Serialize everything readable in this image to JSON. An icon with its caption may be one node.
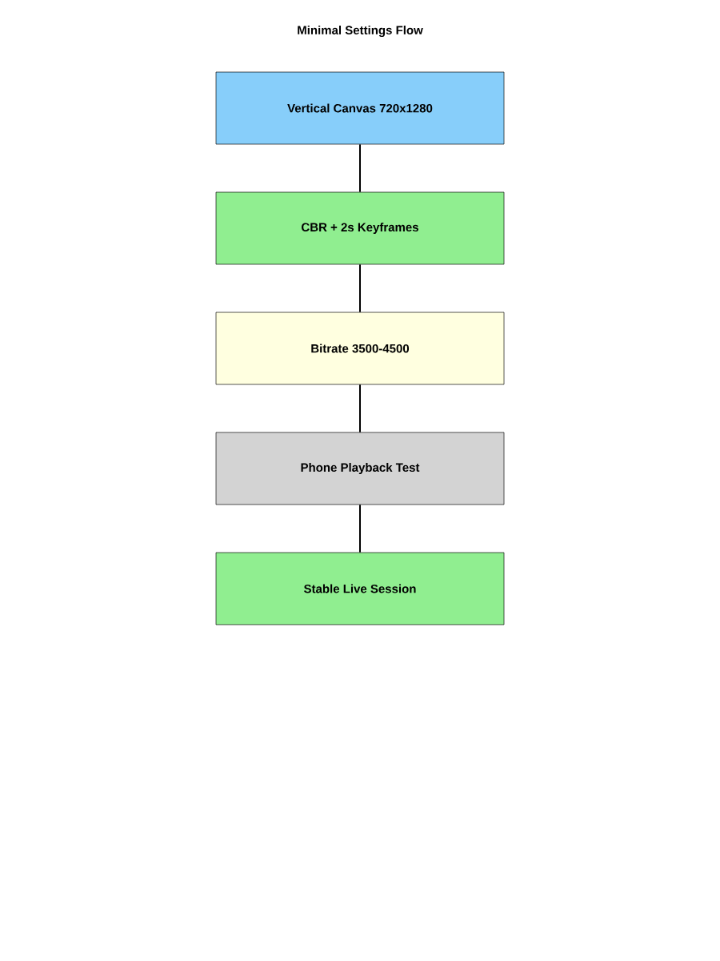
{
  "diagram": {
    "title": "Minimal Settings Flow",
    "nodes": [
      {
        "text": [
          "Vertical Canvas 720x1280"
        ]
      },
      {
        "text": [
          "CBR + 2s Keyframes"
        ]
      },
      {
        "text": [
          "Bitrate 3500-4500"
        ]
      },
      {
        "text": [
          "Phone Playback Test"
        ]
      },
      {
        "text": [
          "Stable Live Session"
        ]
      }
    ],
    "edges": [
      {
        "from": 0,
        "to": 1,
        "arrow": "none"
      },
      {
        "from": 1,
        "to": 2,
        "arrow": "none"
      },
      {
        "from": 2,
        "to": 3,
        "arrow": "none"
      },
      {
        "from": 3,
        "to": 4,
        "arrow": "none"
      }
    ]
  }
}
